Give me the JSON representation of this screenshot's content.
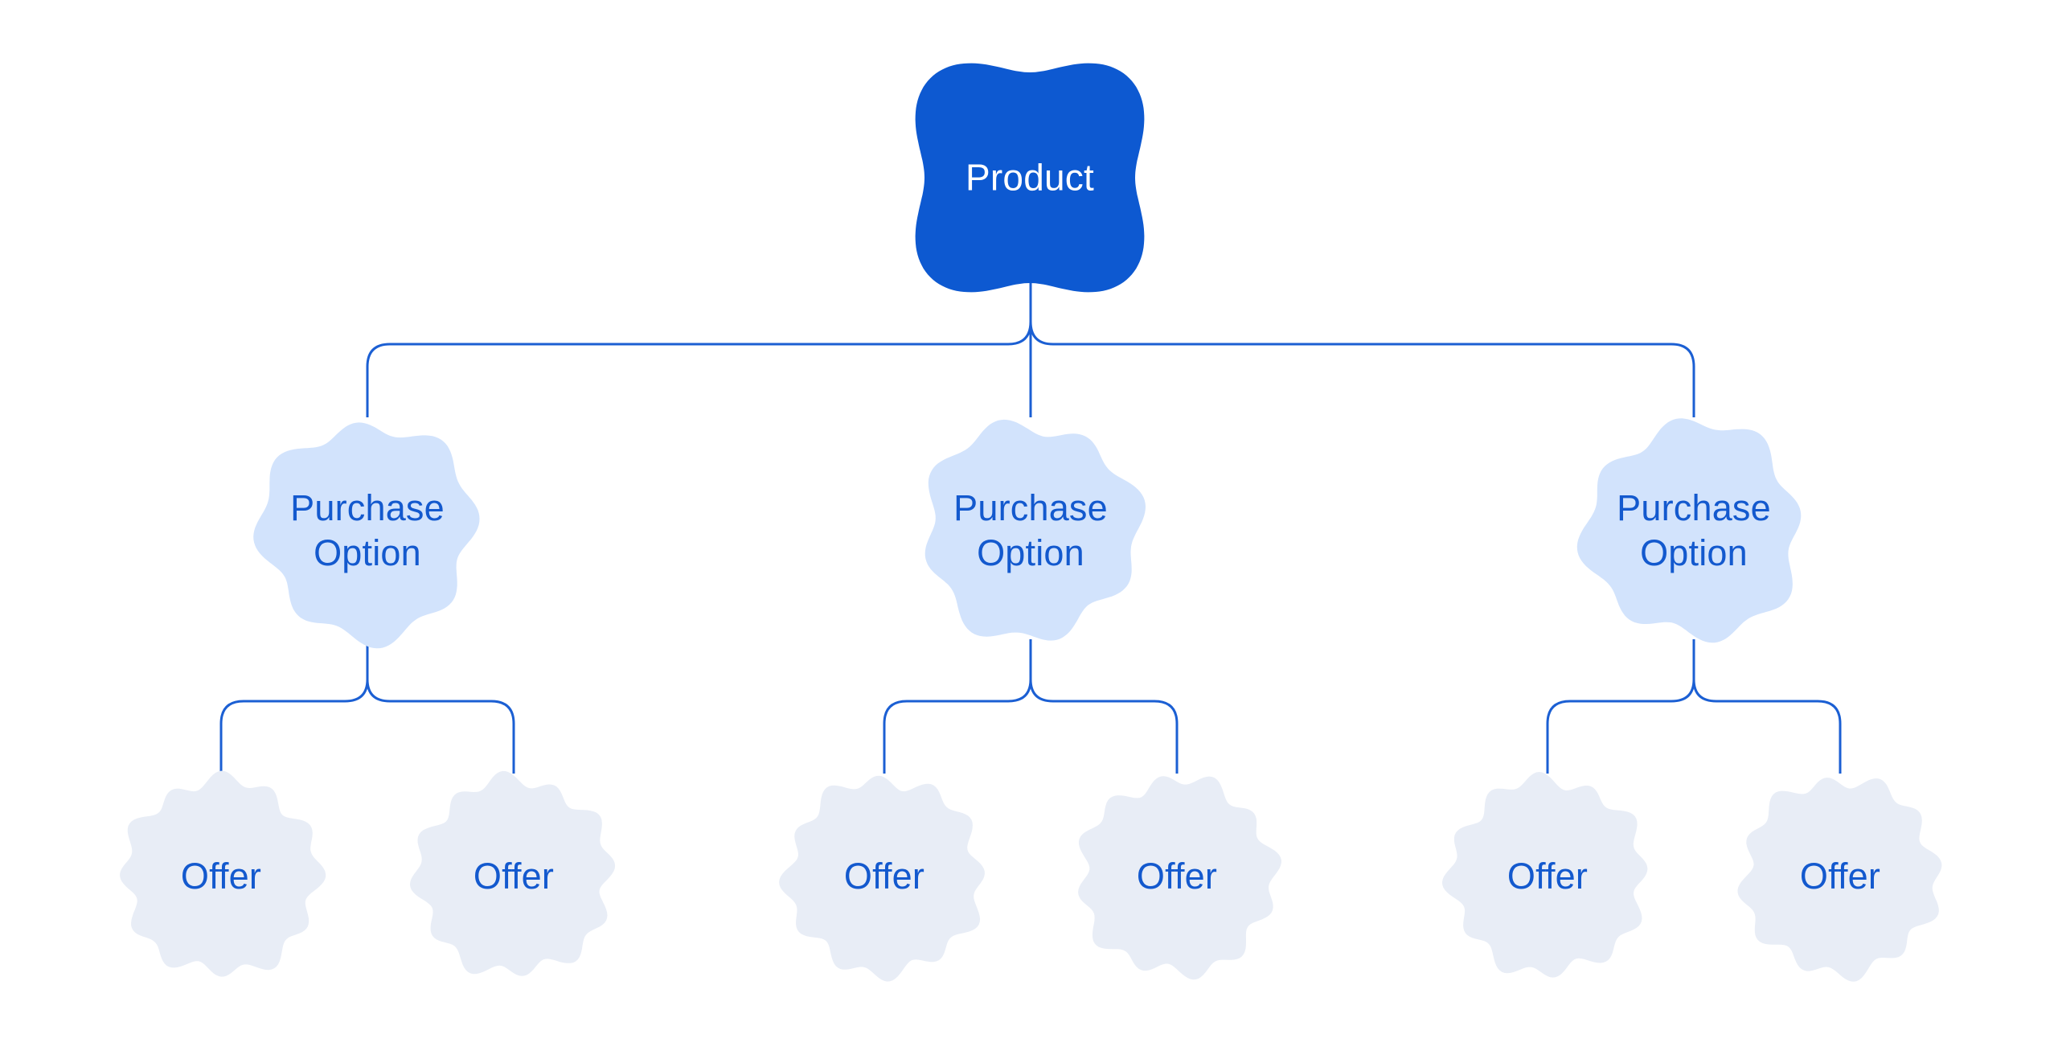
{
  "diagram": {
    "type": "tree-hierarchy",
    "colors": {
      "background": "#ffffff",
      "product_fill": "#0d59d1",
      "product_text": "#ffffff",
      "option_fill": "#d2e3fc",
      "offer_fill": "#e8edf6",
      "node_text": "#1359ce",
      "connector": "#1b5fd3"
    },
    "root": {
      "label": "Product"
    },
    "purchase_options": [
      {
        "label": "Purchase Option"
      },
      {
        "label": "Purchase Option"
      },
      {
        "label": "Purchase Option"
      }
    ],
    "offers": [
      {
        "label": "Offer"
      },
      {
        "label": "Offer"
      },
      {
        "label": "Offer"
      },
      {
        "label": "Offer"
      },
      {
        "label": "Offer"
      },
      {
        "label": "Offer"
      }
    ]
  }
}
